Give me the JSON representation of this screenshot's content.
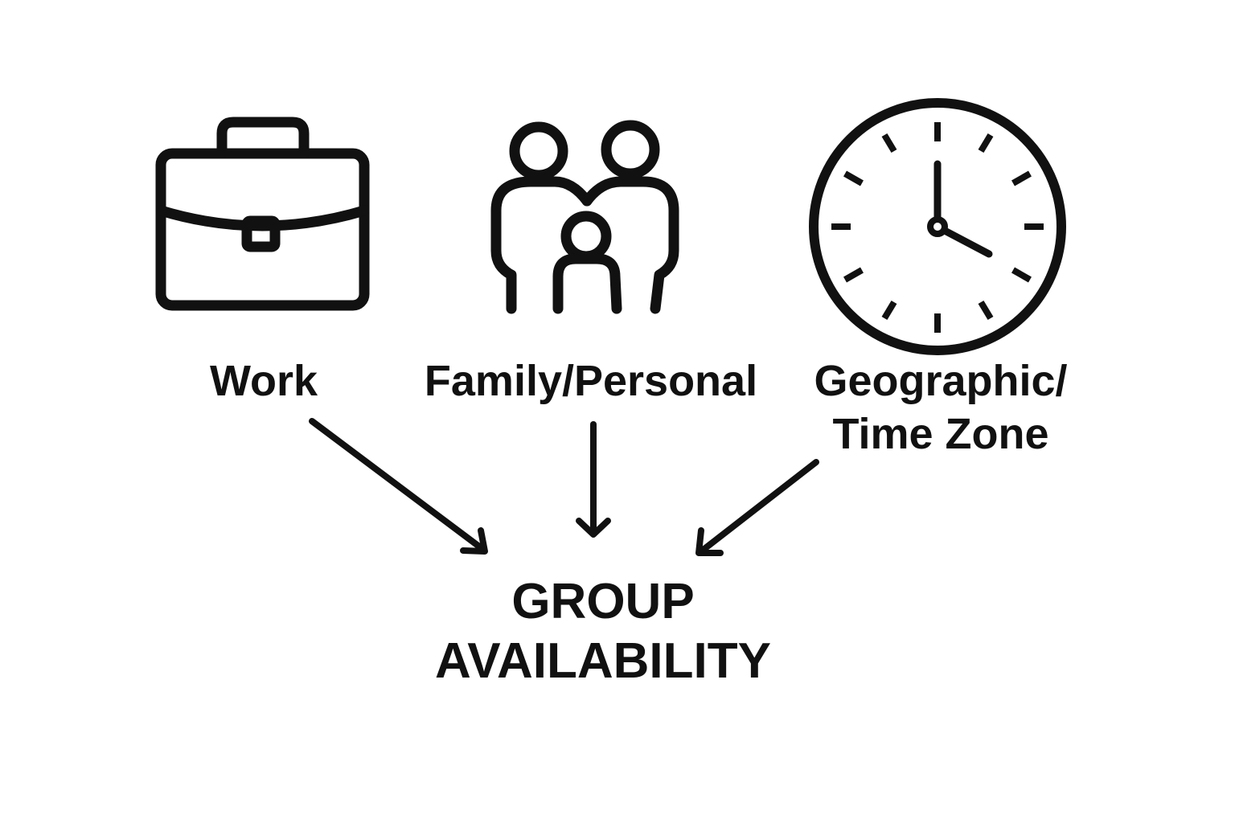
{
  "sources": [
    {
      "label": "Work",
      "icon": "briefcase-icon"
    },
    {
      "label": "Family/Personal",
      "icon": "family-icon"
    },
    {
      "label_lines": [
        "Geographic/",
        "Time Zone"
      ],
      "icon": "clock-icon"
    }
  ],
  "result": {
    "lines": [
      "GROUP",
      "AVAILABILITY"
    ]
  },
  "colors": {
    "stroke": "#111111",
    "background": "#ffffff"
  }
}
